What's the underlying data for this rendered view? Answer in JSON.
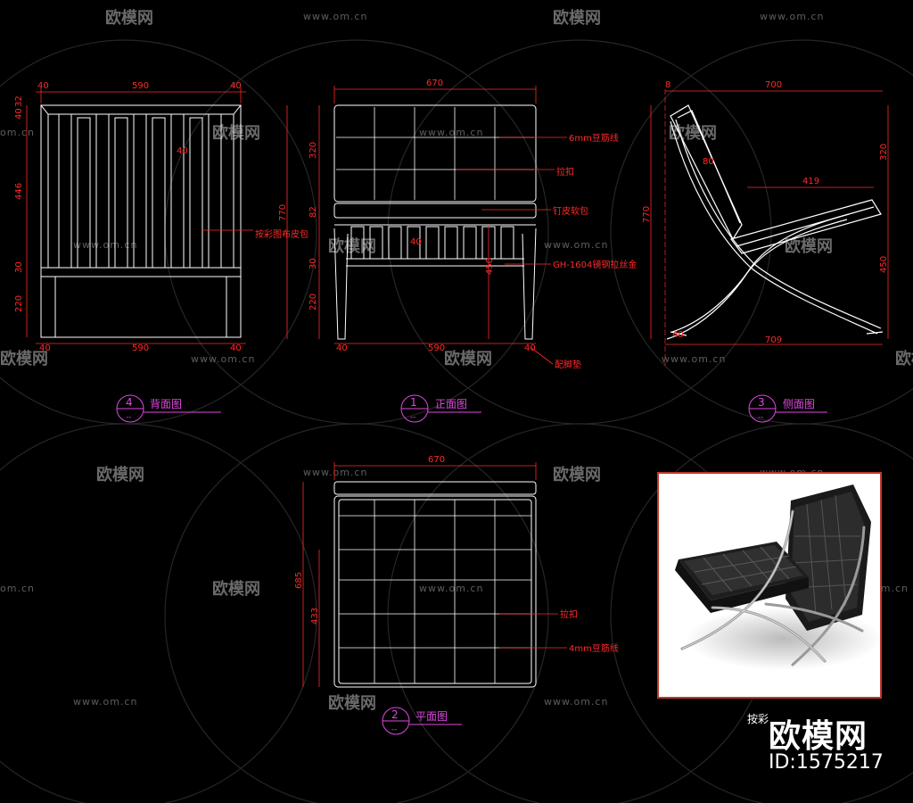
{
  "watermark": {
    "brand": "欧模网",
    "url": "www.om.cn",
    "url_short": "om.cn"
  },
  "views": {
    "back": {
      "number": "4",
      "sub": "--",
      "title": "背面图",
      "dims": {
        "top_left": "40",
        "top_mid": "590",
        "top_right": "40",
        "left_1": "40",
        "left_2": "32",
        "left_3": "446",
        "left_4": "30",
        "left_5": "220",
        "bottom_left": "40",
        "bottom_mid": "590",
        "bottom_right": "40",
        "slat": "40"
      },
      "note": "按彩图布皮包"
    },
    "front": {
      "number": "1",
      "sub": "--",
      "title": "正面图",
      "dims": {
        "top": "670",
        "left_total": "770",
        "left_1": "320",
        "left_2": "82",
        "left_3": "30",
        "left_4": "220",
        "mid": "40",
        "height": "450",
        "bottom_left": "40",
        "bottom_mid": "590",
        "bottom_right": "40"
      },
      "notes": {
        "line": "6mm豆筋线",
        "button": "拉扣",
        "leather": "钉皮软包",
        "steel": "GH-1604镜钢拉丝金",
        "foot": "配脚垫"
      }
    },
    "side": {
      "number": "3",
      "sub": "--",
      "title": "侧面图",
      "dims": {
        "top_left": "8",
        "top": "700",
        "left": "770",
        "back": "80",
        "seat": "419",
        "right_top": "320",
        "right_bottom": "450",
        "bottom": "709",
        "foot": "40"
      }
    },
    "plan": {
      "number": "2",
      "sub": "--",
      "title": "平面图",
      "dims": {
        "top": "670",
        "left": "685",
        "inner": "433"
      },
      "notes": {
        "button": "拉扣",
        "line": "4mm豆筋线"
      }
    }
  },
  "photo": {
    "caption": "按彩"
  },
  "brand": {
    "name": "欧模网",
    "id": "ID:1575217"
  },
  "colors": {
    "background": "#000000",
    "dimension": "#ff2a2a",
    "caption": "#e048e0",
    "line": "#ffffff",
    "watermark": "#6a6a6a"
  }
}
